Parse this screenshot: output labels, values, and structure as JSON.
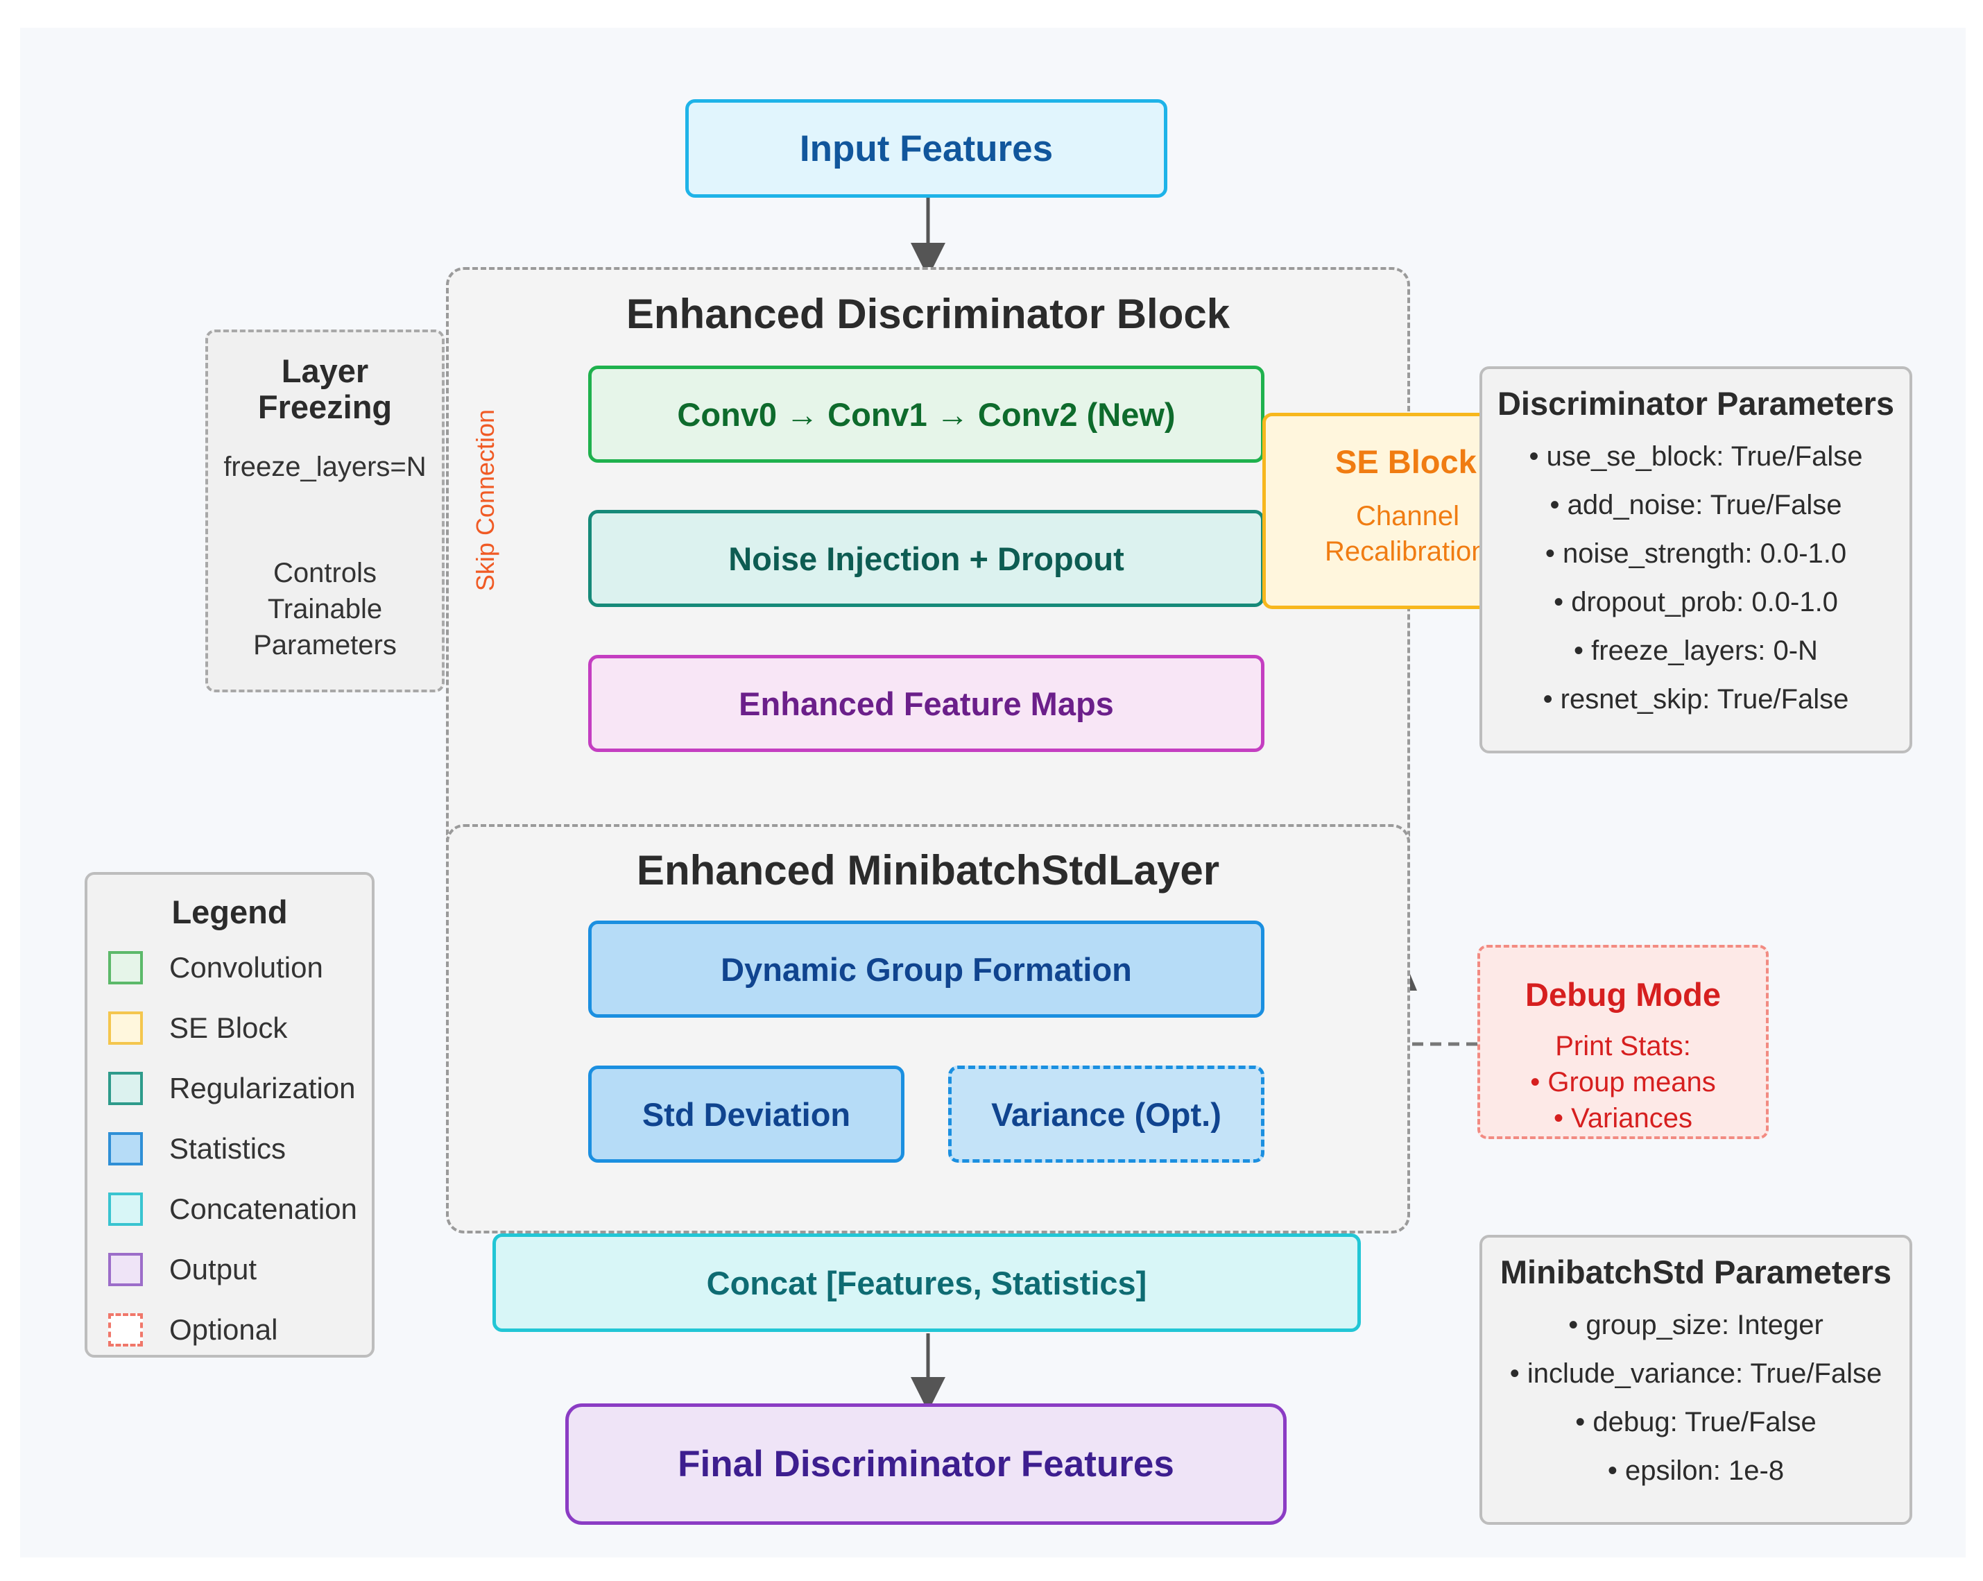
{
  "input": {
    "label": "Input Features"
  },
  "discriminator_block": {
    "title": "Enhanced Discriminator Block",
    "conv": "Conv0 → Conv1 → Conv2 (New)",
    "noise": "Noise Injection + Dropout",
    "feature_maps": "Enhanced Feature Maps",
    "skip_label": "Skip Connection"
  },
  "se_block": {
    "title": "SE Block",
    "line1": "Channel",
    "line2": "Recalibration"
  },
  "layer_freezing": {
    "title_line1": "Layer",
    "title_line2": "Freezing",
    "param": "freeze_layers=N",
    "desc_line1": "Controls",
    "desc_line2": "Trainable",
    "desc_line3": "Parameters"
  },
  "disc_params": {
    "title": "Discriminator Parameters",
    "items": [
      "• use_se_block: True/False",
      "• add_noise: True/False",
      "• noise_strength: 0.0-1.0",
      "• dropout_prob: 0.0-1.0",
      "• freeze_layers: 0-N",
      "• resnet_skip: True/False"
    ]
  },
  "minibatch_layer": {
    "title": "Enhanced MinibatchStdLayer",
    "group": "Dynamic Group Formation",
    "std": "Std Deviation",
    "variance": "Variance (Opt.)"
  },
  "debug": {
    "title": "Debug Mode",
    "line1": "Print Stats:",
    "line2": "• Group means",
    "line3": "• Variances"
  },
  "concat": {
    "label": "Concat [Features, Statistics]"
  },
  "final": {
    "label": "Final Discriminator Features"
  },
  "minibatch_params": {
    "title": "MinibatchStd Parameters",
    "items": [
      "• group_size: Integer",
      "• include_variance: True/False",
      "• debug: True/False",
      "• epsilon: 1e-8"
    ]
  },
  "legend": {
    "title": "Legend",
    "items": [
      {
        "label": "Convolution",
        "fill": "#e6f5e9",
        "stroke": "#5cb96a",
        "style": "solid"
      },
      {
        "label": "SE Block",
        "fill": "#fff7dd",
        "stroke": "#f4c64e",
        "style": "solid"
      },
      {
        "label": "Regularization",
        "fill": "#dcf2ef",
        "stroke": "#2e9b8b",
        "style": "solid"
      },
      {
        "label": "Statistics",
        "fill": "#b6dcf7",
        "stroke": "#2f8fd6",
        "style": "solid"
      },
      {
        "label": "Concatenation",
        "fill": "#d8f6f7",
        "stroke": "#39c4d0",
        "style": "solid"
      },
      {
        "label": "Output",
        "fill": "#efe4f7",
        "stroke": "#9c6dc9",
        "style": "solid"
      },
      {
        "label": "Optional",
        "fill": "#ffffff",
        "stroke": "#f0776a",
        "style": "dashed"
      }
    ]
  }
}
